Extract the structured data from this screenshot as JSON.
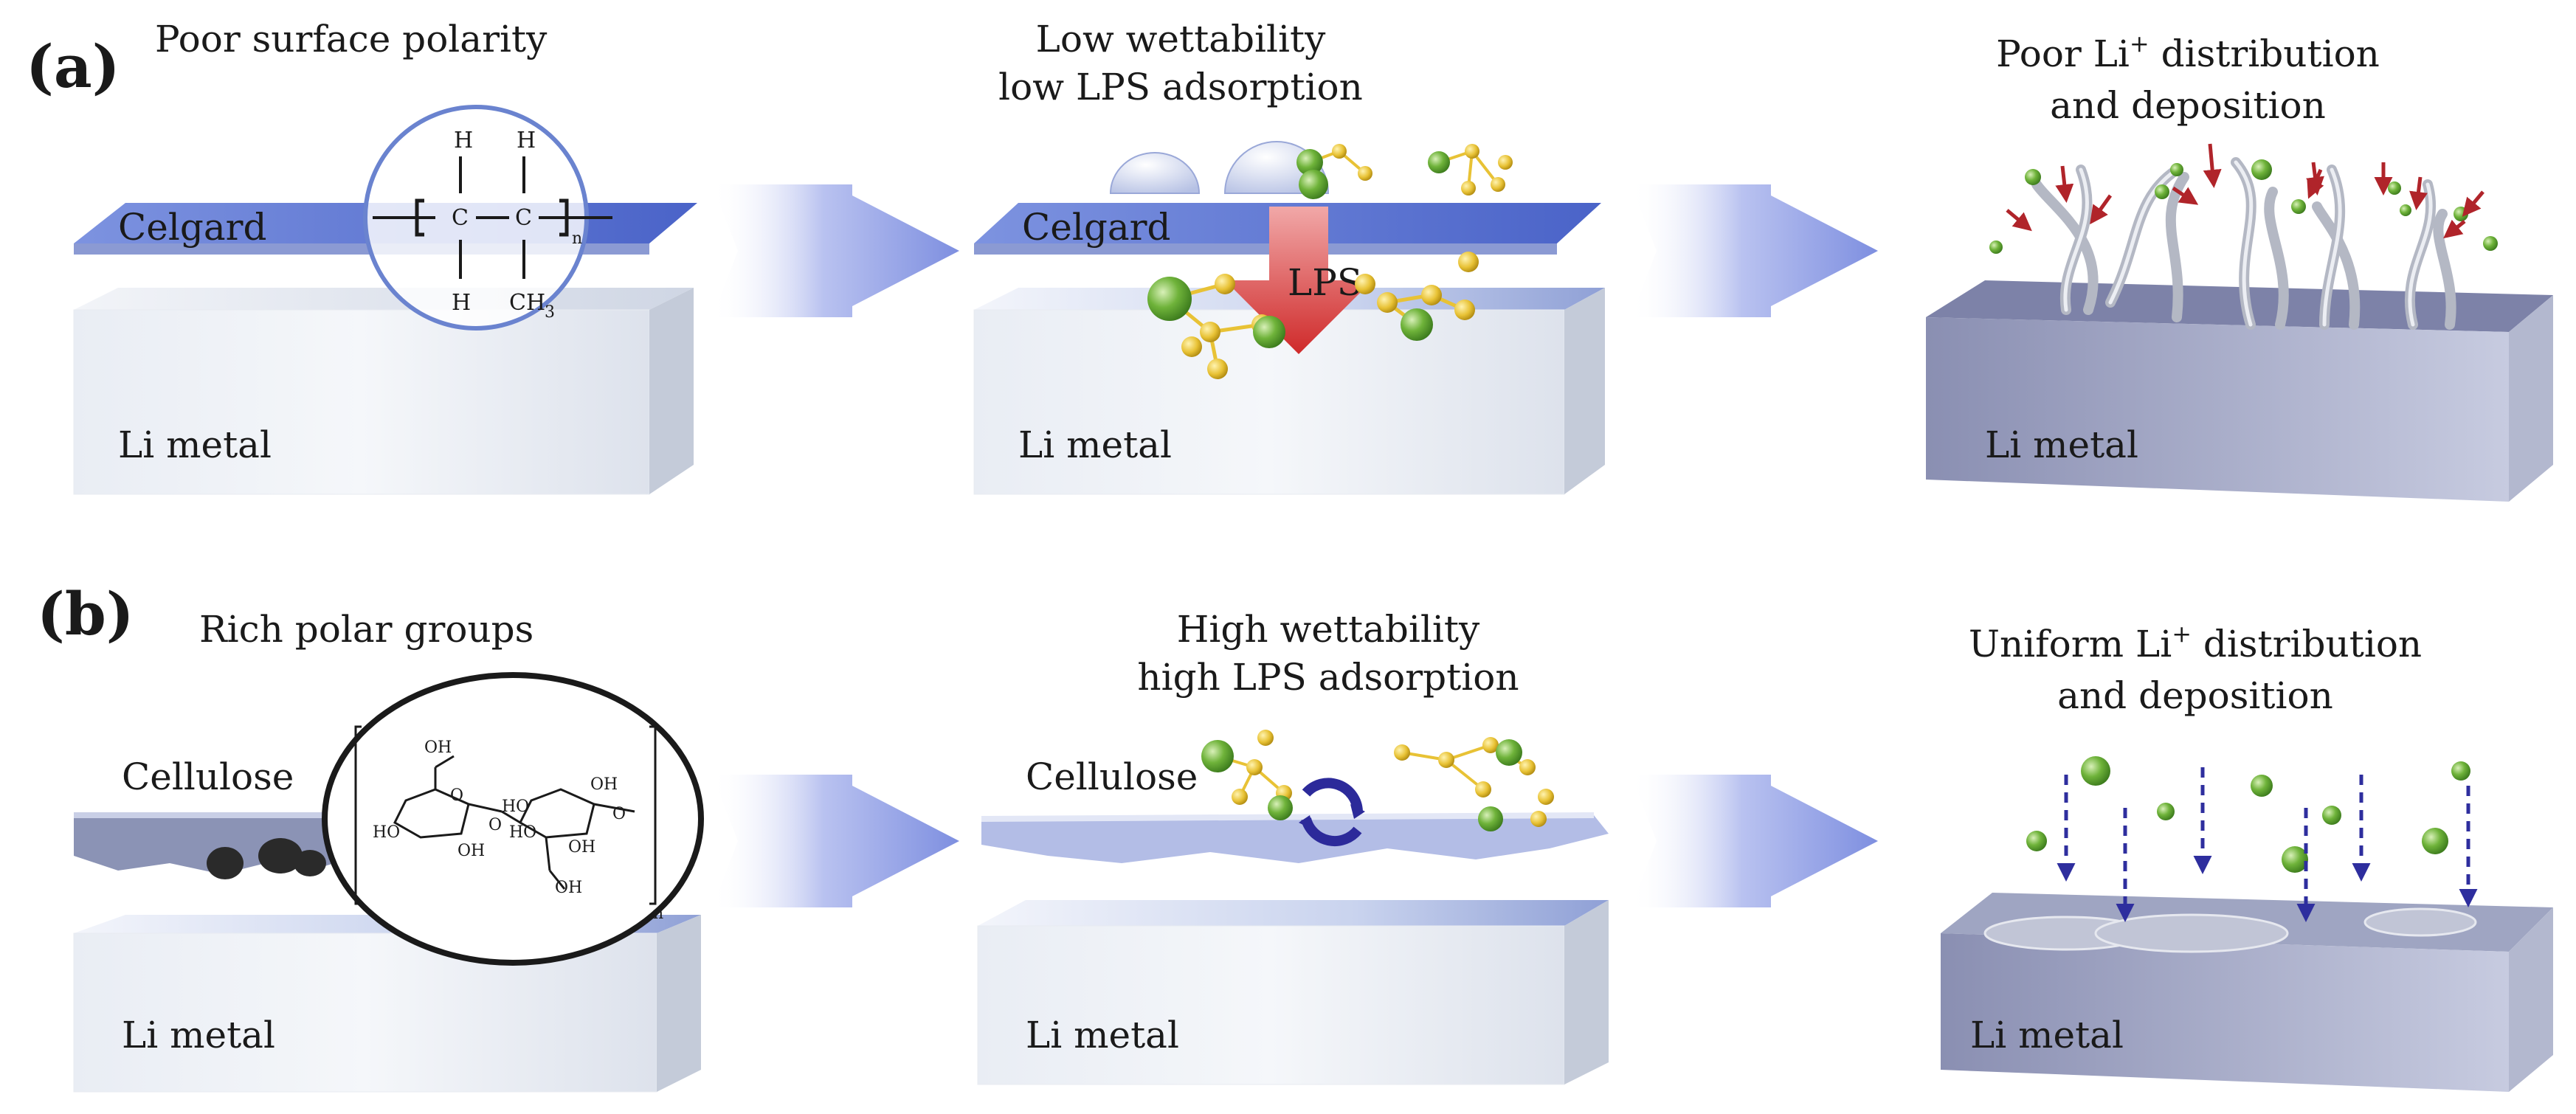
{
  "panels": {
    "a": {
      "label": "(a)",
      "steps": [
        {
          "caption": [
            "Poor surface polarity"
          ],
          "top_layer": "Celgard",
          "bottom_layer": "Li metal"
        },
        {
          "caption": [
            "Low wettability",
            "low LPS adsorption"
          ],
          "top_layer": "Celgard",
          "bottom_layer": "Li metal",
          "arrow_label": "LPS"
        },
        {
          "caption_line1": {
            "pre": "Poor Li",
            "sup": "+",
            "post": " distribution"
          },
          "caption_line2": "and deposition",
          "bottom_layer": "Li metal"
        }
      ],
      "structure": {
        "atoms": [
          "H",
          "H",
          "C",
          "C",
          "H",
          "CH",
          "3",
          "n"
        ]
      }
    },
    "b": {
      "label": "(b)",
      "steps": [
        {
          "caption": [
            "Rich polar groups"
          ],
          "top_layer": "Cellulose",
          "bottom_layer": "Li metal"
        },
        {
          "caption": [
            "High wettability",
            "high LPS adsorption"
          ],
          "top_layer": "Cellulose",
          "bottom_layer": "Li metal"
        },
        {
          "caption_line1": {
            "pre": "Uniform Li",
            "sup": "+",
            "post": " distribution"
          },
          "caption_line2": "and deposition",
          "bottom_layer": "Li metal"
        }
      ],
      "structure": {
        "groups": [
          "OH",
          "OH",
          "O",
          "HO",
          "HO",
          "OH",
          "O",
          "O",
          "HO",
          "OH",
          "OH",
          "n"
        ]
      }
    }
  },
  "colors": {
    "separator_celgard": "#5f79d3",
    "lithium_block": "#e2e6ee",
    "flow_arrow": "#8b98e4",
    "lps_arrow": "#d23a3a",
    "sulfur_atom": "#e8c235",
    "lithium_ion": "#5fa52d",
    "dendrite_arrow_a": "#b0242a",
    "ion_arrow_b": "#2e2e9e"
  }
}
